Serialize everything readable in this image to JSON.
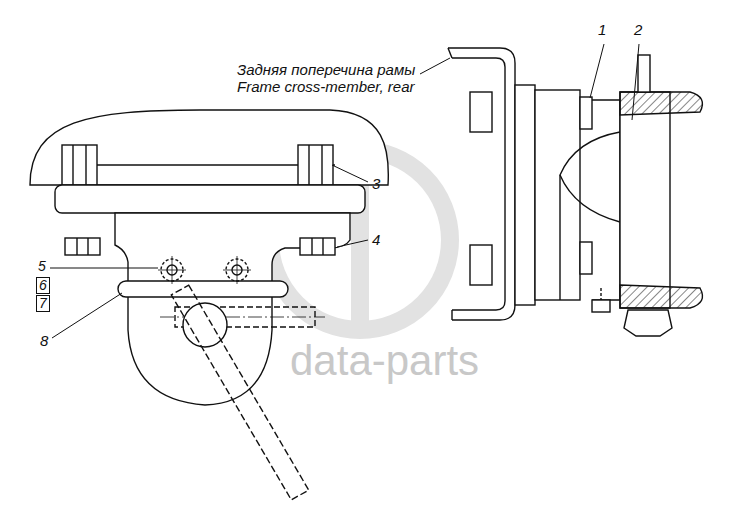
{
  "diagram": {
    "labels": [
      "Задняя поперечина рамы",
      "Frame cross-member, rear",
      "1",
      "2",
      "3",
      "4",
      "5",
      "6",
      "7",
      "8",
      "data-parts"
    ]
  }
}
